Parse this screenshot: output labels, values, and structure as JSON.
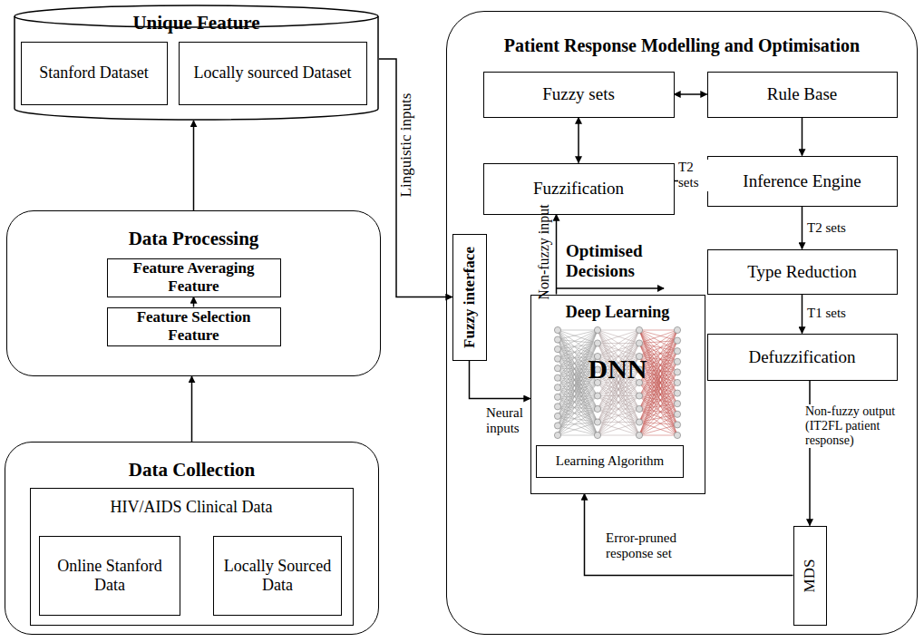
{
  "diagram": {
    "nodes": [
      {
        "text": [
          "Unique Feature"
        ]
      },
      {
        "text": [
          "Stanford Dataset"
        ],
        "in": 0
      },
      {
        "text": [
          "Locally sourced Dataset"
        ],
        "in": 0
      },
      {
        "text": [
          "Data Processing"
        ]
      },
      {
        "text": [
          "Feature Averaging Feature"
        ],
        "in": 3
      },
      {
        "text": [
          "Feature Selection Feature"
        ],
        "in": 3
      },
      {
        "text": [
          "Data Collection"
        ]
      },
      {
        "text": [
          "HIV/AIDS Clinical Data"
        ],
        "in": 6
      },
      {
        "text": [
          "Online Stanford Data"
        ],
        "in": 7
      },
      {
        "text": [
          "Locally Sourced Data"
        ],
        "in": 7
      },
      {
        "text": [
          "Patient Response Modelling and Optimisation"
        ]
      },
      {
        "text": [
          "Fuzzy sets"
        ],
        "in": 10
      },
      {
        "text": [
          "Rule Base"
        ],
        "in": 10
      },
      {
        "text": [
          "Fuzzification"
        ],
        "in": 10
      },
      {
        "text": [
          "Inference Engine"
        ],
        "in": 10
      },
      {
        "text": [
          "Type Reduction"
        ],
        "in": 10
      },
      {
        "text": [
          "Fuzzy interface"
        ],
        "in": 10
      },
      {
        "text": [
          "Deep Learning",
          "DNN"
        ],
        "in": 10
      },
      {
        "text": [
          "Learning Algorithm"
        ],
        "in": 17
      },
      {
        "text": [
          "Defuzzification"
        ],
        "in": 10
      },
      {
        "text": [
          "MDS"
        ],
        "in": 10
      }
    ],
    "edges": [
      {
        "from": 6,
        "to": 3,
        "arrow": "to"
      },
      {
        "from": 5,
        "to": 4,
        "arrow": "to"
      },
      {
        "from": 3,
        "to": 0,
        "arrow": "to"
      },
      {
        "from": 0,
        "to": 16,
        "label": "Linguistic inputs",
        "arrow": "to"
      },
      {
        "from": 11,
        "to": 12,
        "arrow": "both"
      },
      {
        "from": 11,
        "to": 13,
        "arrow": "both"
      },
      {
        "from": 12,
        "to": 14,
        "arrow": "to"
      },
      {
        "from": 13,
        "to": 14,
        "label": "T2 sets",
        "arrow": "to"
      },
      {
        "from": 14,
        "to": 15,
        "label": "T2 sets",
        "arrow": "to"
      },
      {
        "from": 15,
        "to": 19,
        "label": "T1 sets",
        "arrow": "to"
      },
      {
        "from": 19,
        "to": 20,
        "label": "Non-fuzzy output (IT2FL patient response)",
        "arrow": "to"
      },
      {
        "from": 20,
        "to": 17,
        "label": "Error-pruned response set",
        "arrow": "to"
      },
      {
        "from": 16,
        "to": 17,
        "label": "Neural inputs",
        "arrow": "to"
      },
      {
        "from": 17,
        "to": 13,
        "label": "Non-fuzzy input",
        "arrow": "to"
      }
    ],
    "labels": [
      "Optimised Decisions"
    ]
  }
}
